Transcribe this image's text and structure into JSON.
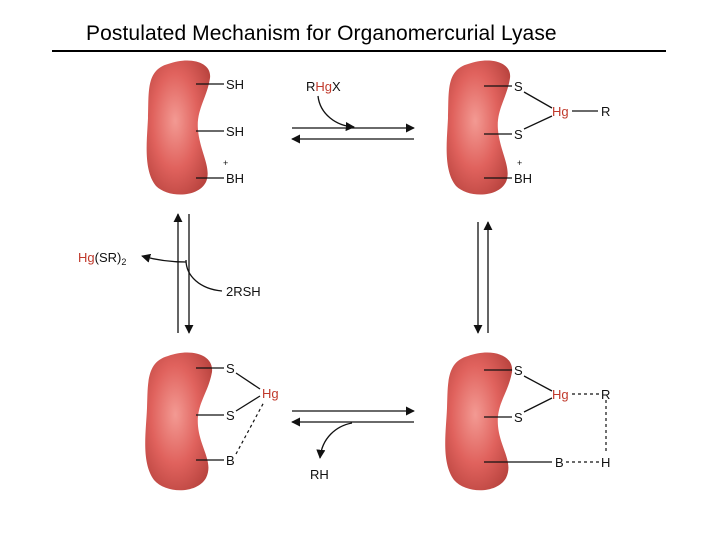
{
  "title": "Postulated Mechanism for Organomercurial Lyase",
  "colors": {
    "protein": "#e0625d",
    "hg": "#c0392b",
    "ink": "#111111"
  },
  "labels": {
    "sh": "SH",
    "s": "S",
    "b": "B",
    "bh": "BH",
    "plus": "+",
    "hg": "Hg",
    "r": "R",
    "h": "H",
    "reagent_r": "R",
    "reagent_x": "X",
    "hgsr2_paren": "(SR)",
    "hgsr2_sub": "2",
    "rsh": "2RSH",
    "rh": "RH"
  }
}
